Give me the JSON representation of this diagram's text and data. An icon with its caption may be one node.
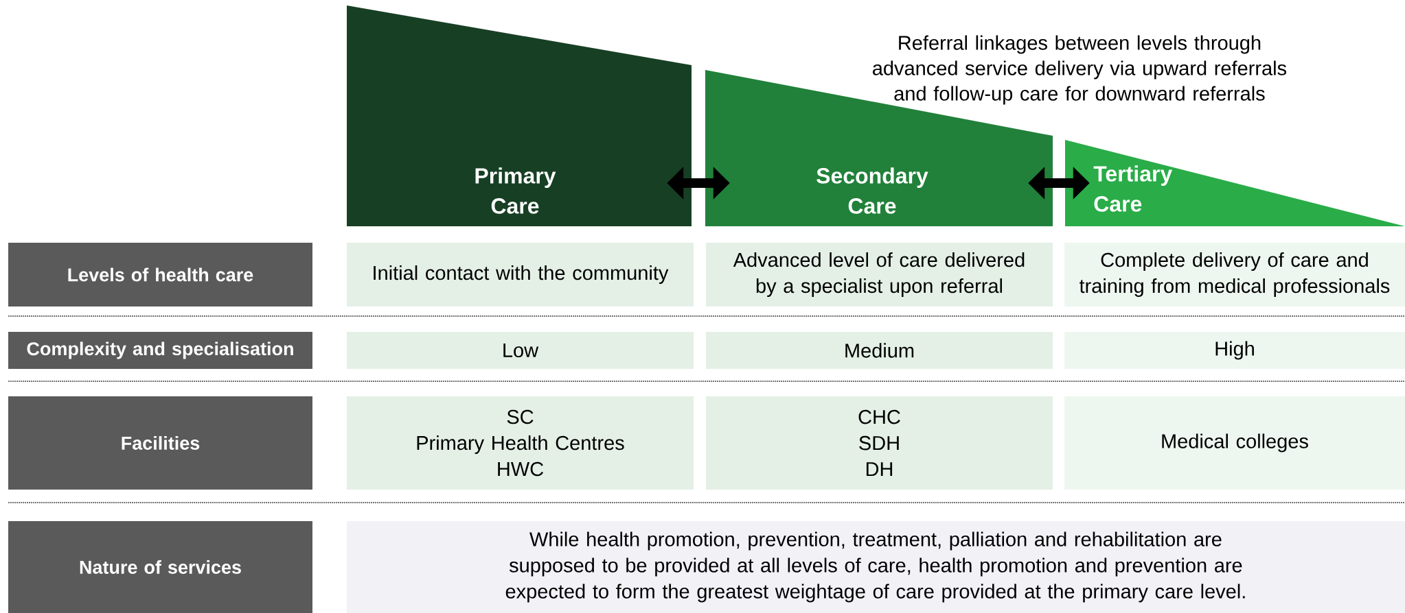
{
  "diagram": {
    "nodes": [
      {
        "text": [
          "Primary Care"
        ]
      },
      {
        "text": [
          "Secondary Care"
        ]
      },
      {
        "text": [
          "Tertiary Care"
        ]
      },
      {
        "text": [
          "Levels of health care"
        ]
      },
      {
        "text": [
          "Initial contact with the community"
        ]
      },
      {
        "text": [
          "Advanced level of care delivered by a specialist upon referral"
        ]
      },
      {
        "text": [
          "Complete delivery of care and training from medical professionals"
        ]
      },
      {
        "text": [
          "Complexity and specialisation"
        ]
      },
      {
        "text": [
          "Low"
        ]
      },
      {
        "text": [
          "Medium"
        ]
      },
      {
        "text": [
          "High"
        ]
      },
      {
        "text": [
          "Facilities"
        ]
      },
      {
        "text": [
          "SC",
          "Primary Health Centres",
          "HWC"
        ]
      },
      {
        "text": [
          "CHC",
          "SDH",
          "DH"
        ]
      },
      {
        "text": [
          "Medical colleges"
        ]
      },
      {
        "text": [
          "Nature of services"
        ]
      },
      {
        "text": [
          "While health promotion, prevention, treatment, palliation and rehabilitation are supposed to be provided at all levels of care, health promotion and prevention are expected to form the greatest weightage of care provided at the primary care level."
        ]
      }
    ],
    "edges": [
      {
        "from": 0,
        "to": 1,
        "arrow": "both"
      },
      {
        "from": 1,
        "to": 2,
        "arrow": "both"
      }
    ],
    "labels": [
      "Referral linkages between levels through advanced service delivery via upward referrals and follow-up care for downward referrals"
    ]
  }
}
